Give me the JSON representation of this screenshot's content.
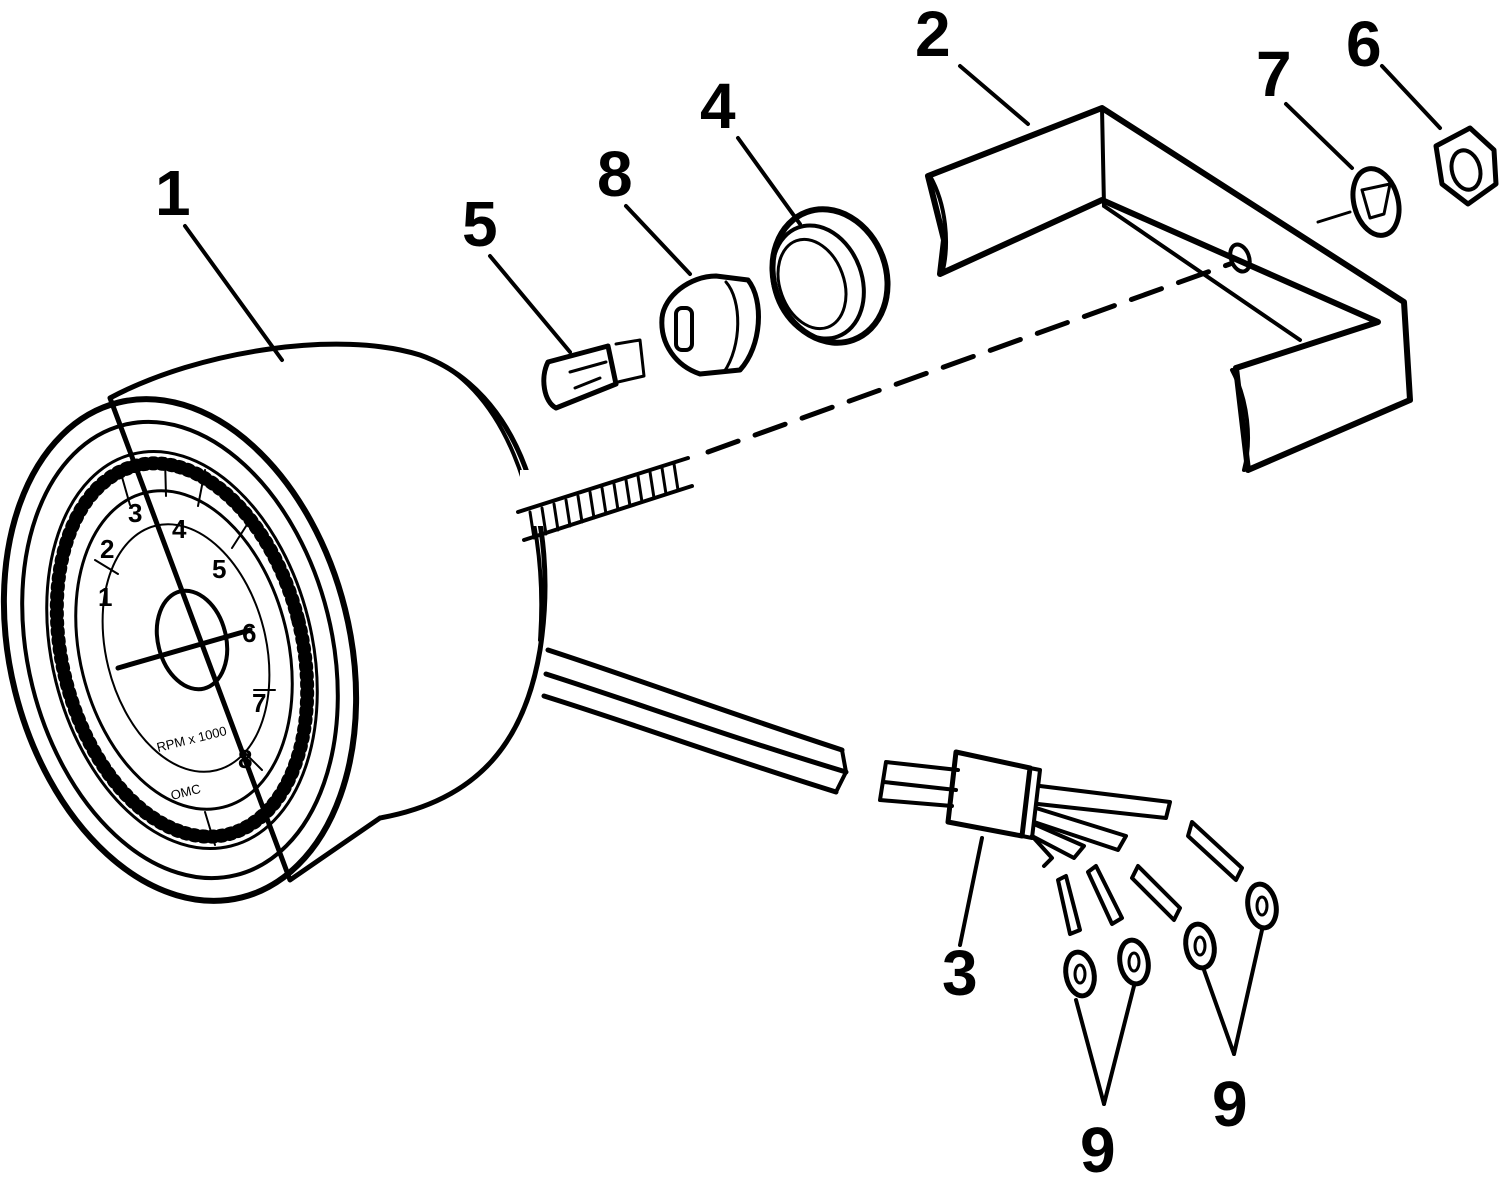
{
  "diagram": {
    "callouts": [
      "1",
      "2",
      "3",
      "4",
      "5",
      "6",
      "7",
      "8",
      "9",
      "9"
    ],
    "dial": {
      "numbers": [
        "1",
        "2",
        "3",
        "4",
        "5",
        "6",
        "7",
        "8"
      ],
      "unit_label": "RPM x 1000",
      "brand_label": "OMC"
    }
  }
}
